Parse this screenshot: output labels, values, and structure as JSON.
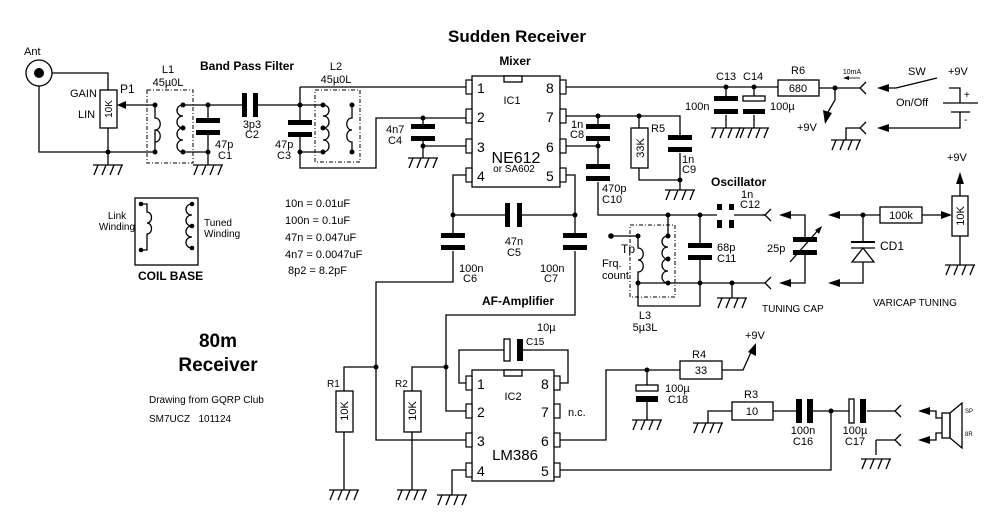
{
  "title": "Sudden Receiver",
  "sections": {
    "band_pass": "Band Pass Filter",
    "mixer": "Mixer",
    "oscillator": "Oscillator",
    "af_amp": "AF-Amplifier",
    "tuning_cap": "TUNING CAP",
    "varicap": "VARICAP TUNING",
    "coil_base": "COIL BASE"
  },
  "subtitle": {
    "line1": "80m",
    "line2": "Receiver",
    "credit": "Drawing from GQRP Club",
    "author": "SM7UCZ   101124"
  },
  "conversions": [
    "10n = 0.01uF",
    "100n = 0.1uF",
    "47n = 0.047uF",
    "4n7 = 0.0047uF",
    "8p2 = 8.2pF"
  ],
  "coil_base": {
    "link": [
      "Link",
      "Winding"
    ],
    "tuned": [
      "Tuned",
      "Winding"
    ]
  },
  "antenna": {
    "label": "Ant"
  },
  "p1": {
    "ref": "P1",
    "value": "10K",
    "gain": "GAIN",
    "lin": "LIN"
  },
  "l1": {
    "ref": "L1",
    "value": "45µ0L"
  },
  "l2": {
    "ref": "L2",
    "value": "45µ0L"
  },
  "l3": {
    "ref": "L3",
    "value": "5µ3L"
  },
  "caps": {
    "c1": {
      "ref": "C1",
      "value": "47p"
    },
    "c2": {
      "ref": "C2",
      "value": "3p3"
    },
    "c3": {
      "ref": "C3",
      "value": "47p"
    },
    "c4": {
      "ref": "C4",
      "value": "4n7"
    },
    "c5": {
      "ref": "C5",
      "value": "47n"
    },
    "c6": {
      "ref": "C6",
      "value": "100n"
    },
    "c7": {
      "ref": "C7",
      "value": "100n"
    },
    "c8": {
      "ref": "C8",
      "value": "1n"
    },
    "c9": {
      "ref": "C9",
      "value": "1n"
    },
    "c10": {
      "ref": "C10",
      "value": "470p"
    },
    "c11": {
      "ref": "C11",
      "value": "68p"
    },
    "c12": {
      "ref": "C12",
      "value": "1n"
    },
    "c13": {
      "ref": "C13",
      "value": "100n"
    },
    "c14": {
      "ref": "C14",
      "value": "100µ"
    },
    "c15": {
      "ref": "C15",
      "value": "10µ"
    },
    "c16": {
      "ref": "C16",
      "value": "100n"
    },
    "c17": {
      "ref": "C17",
      "value": "100µ"
    },
    "c18": {
      "ref": "C18",
      "value": "100µ"
    },
    "tuning": {
      "value": "25p"
    },
    "cd1": {
      "ref": "CD1"
    }
  },
  "resistors": {
    "r1": {
      "ref": "R1",
      "value": "10K"
    },
    "r2": {
      "ref": "R2",
      "value": "10K"
    },
    "r3": {
      "ref": "R3",
      "value": "10"
    },
    "r4": {
      "ref": "R4",
      "value": "33"
    },
    "r5": {
      "ref": "R5",
      "value": "33K"
    },
    "r6": {
      "ref": "R6",
      "value": "680"
    },
    "rv": {
      "value": "100k"
    },
    "pot": {
      "value": "10K"
    }
  },
  "ic1": {
    "ref": "IC1",
    "part": "NE612",
    "alt": "or SA602",
    "pins_left": [
      "1",
      "2",
      "3",
      "4"
    ],
    "pins_right": [
      "8",
      "7",
      "6",
      "5"
    ]
  },
  "ic2": {
    "ref": "IC2",
    "part": "LM386",
    "pins_left": [
      "1",
      "2",
      "3",
      "4"
    ],
    "pins_right": [
      "8",
      "7",
      "6",
      "5"
    ],
    "nc": "n.c."
  },
  "power": {
    "supply": "+9V",
    "current": "10mA",
    "switch": "SW",
    "switch_label": "On/Off",
    "plus": "+",
    "minus": "-"
  },
  "testpoint": {
    "ref": "Tp",
    "line1": "Frq.",
    "line2": "count"
  },
  "speaker": {
    "sp": "SP",
    "ohm": "8R"
  }
}
